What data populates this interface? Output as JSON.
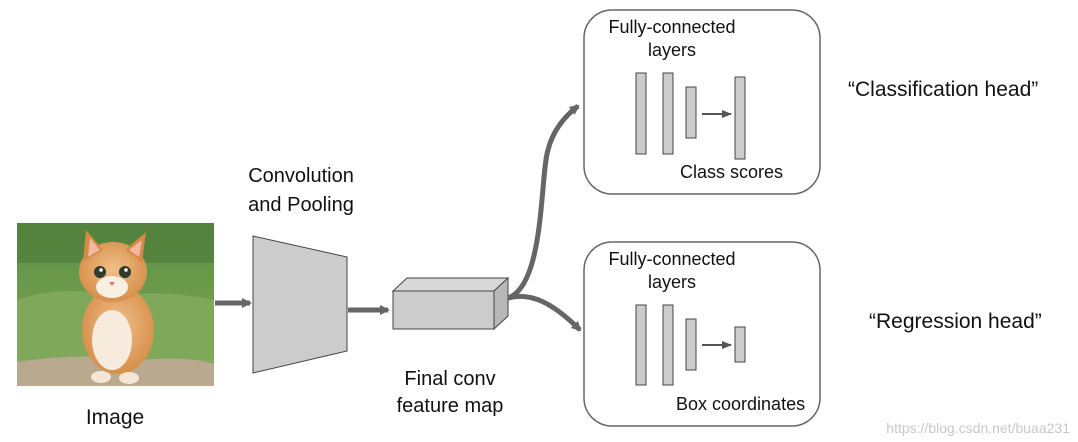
{
  "labels": {
    "image": "Image",
    "conv_pool": "Convolution\nand Pooling",
    "final_conv": "Final conv\nfeature map",
    "fc_top": "Fully-connected\nlayers",
    "class_scores": "Class scores",
    "fc_bottom": "Fully-connected\nlayers",
    "box_coords": "Box coordinates",
    "cls_head": "“Classification head”",
    "reg_head": "“Regression head”"
  },
  "watermark": "https://blog.csdn.net/buaa231",
  "colors": {
    "arrow": "#666666",
    "block_fill": "#cccccc",
    "block_stroke": "#444444",
    "box_stroke": "#666666"
  },
  "icons": {
    "image": "kitten-photo"
  }
}
